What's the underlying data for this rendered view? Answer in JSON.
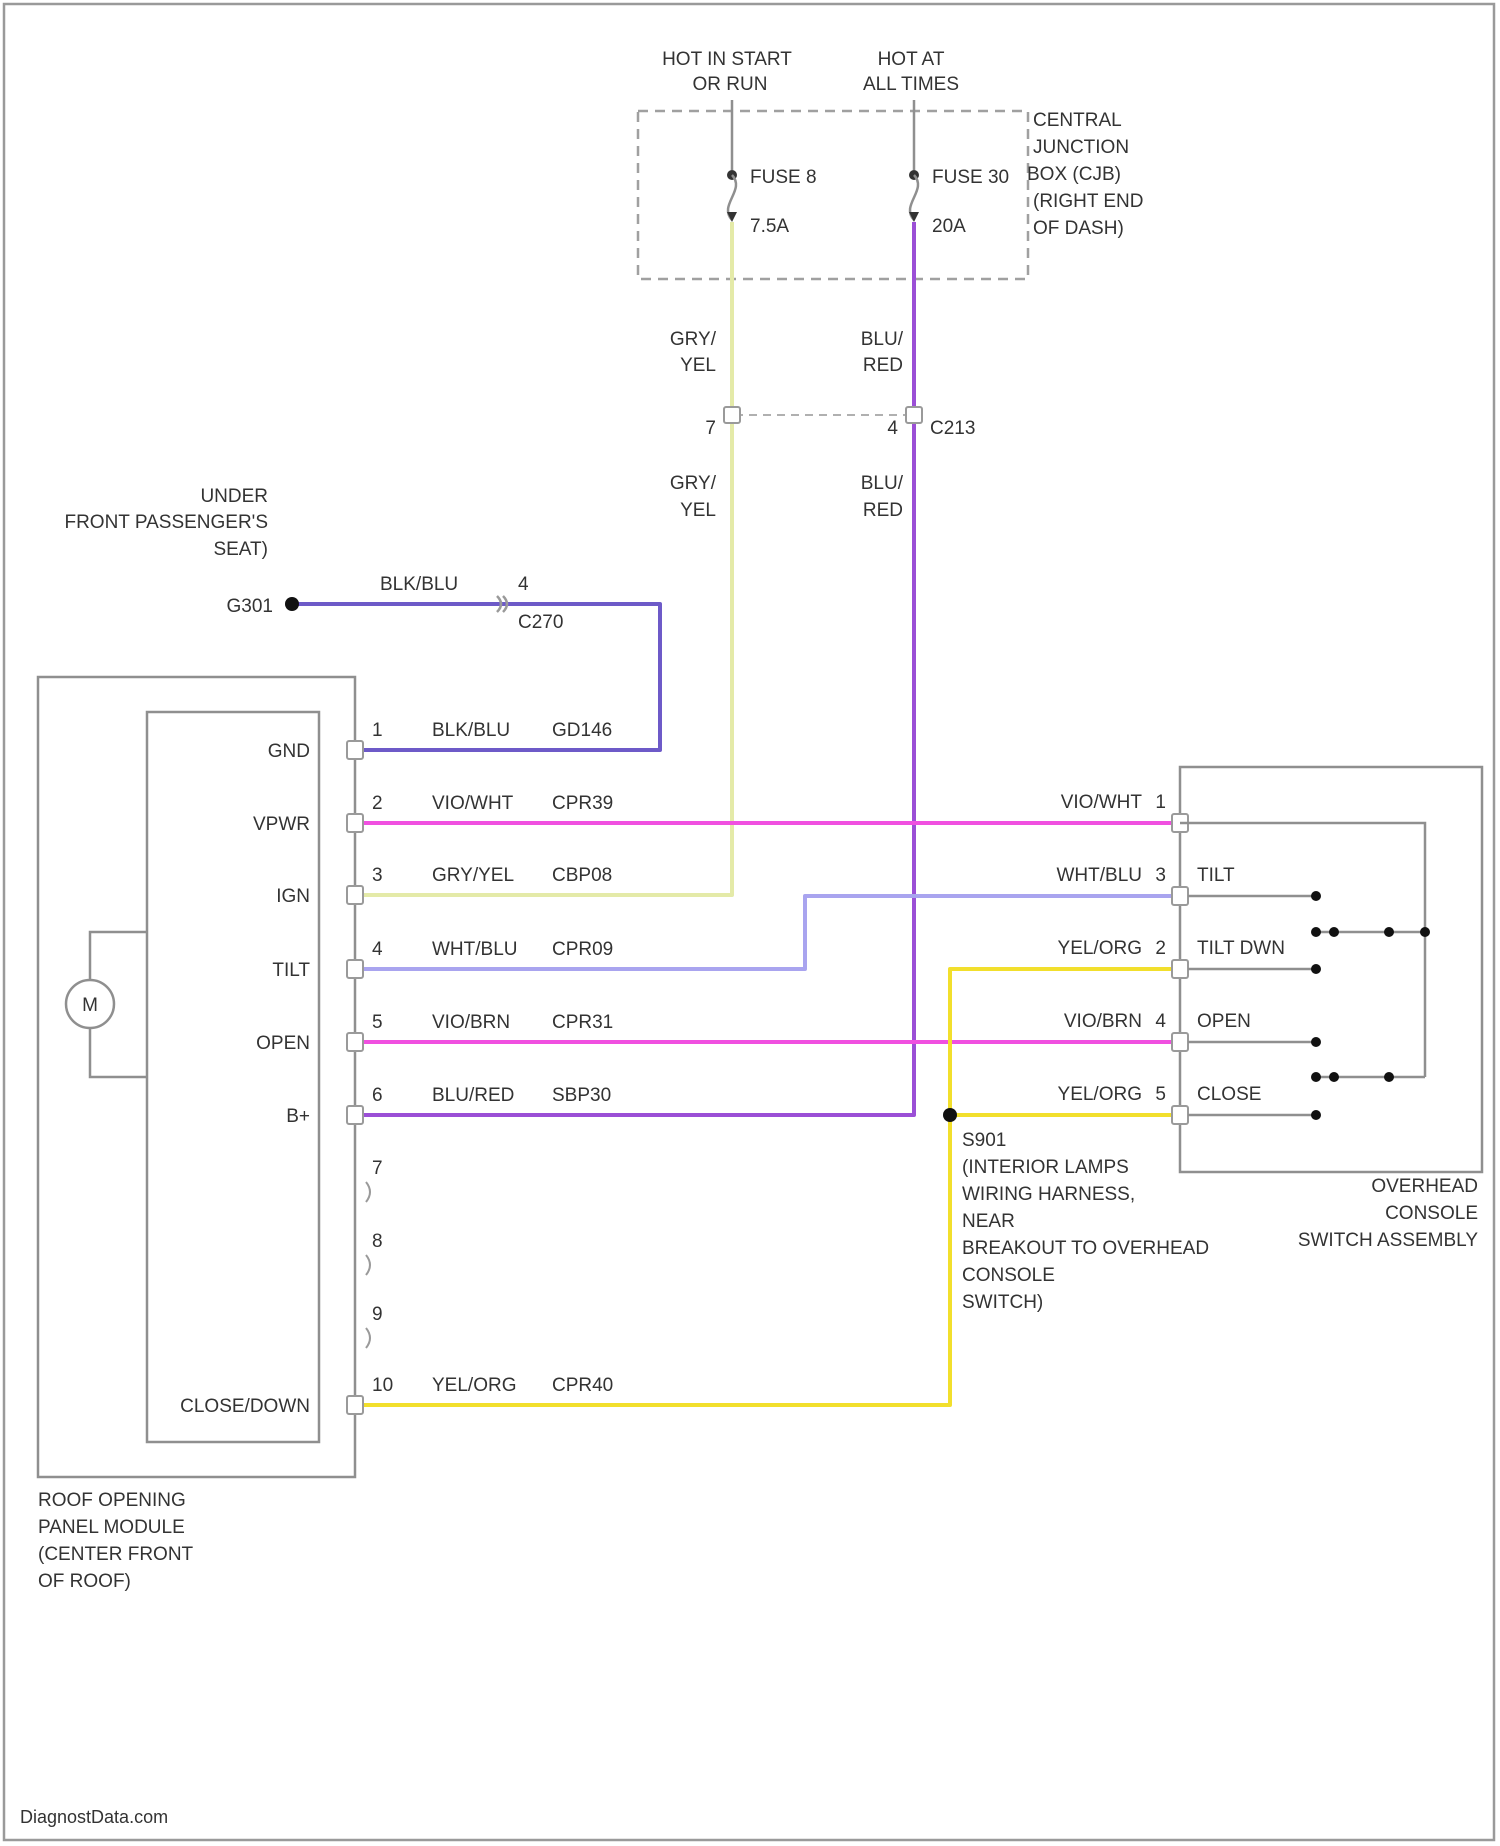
{
  "colors": {
    "purple": "#9b4fd6",
    "blue_purple": "#6d5ac8",
    "magenta": "#f050e0",
    "pale_yellow": "#e4eaa8",
    "lavender": "#a9a4ef",
    "yellow": "#f2df2c",
    "outline": "#8f8f8f"
  },
  "power": {
    "hot_start_run": [
      "HOT IN START",
      "OR RUN"
    ],
    "hot_all_times": [
      "HOT AT",
      "ALL TIMES"
    ],
    "cjb_label": [
      "CENTRAL",
      "JUNCTION",
      "BOX (CJB)",
      "(RIGHT END",
      "OF DASH)"
    ],
    "fuse8_name": "FUSE 8",
    "fuse8_rating": "7.5A",
    "fuse30_name": "FUSE 30",
    "fuse30_rating": "20A"
  },
  "inline_connector": {
    "wire_left_top": [
      "GRY/",
      "YEL"
    ],
    "wire_left_bottom": [
      "GRY/",
      "YEL"
    ],
    "wire_right_top": [
      "BLU/",
      "RED"
    ],
    "wire_right_bottom": [
      "BLU/",
      "RED"
    ],
    "pin_left": "7",
    "pin_right": "4",
    "name": "C213"
  },
  "ground": {
    "location": [
      "UNDER",
      "FRONT PASSENGER'S",
      "SEAT)"
    ],
    "name": "G301",
    "wire": "BLK/BLU",
    "connector_pin": "4",
    "connector_name": "C270"
  },
  "module": {
    "label": [
      "ROOF OPENING",
      "PANEL MODULE",
      "(CENTER FRONT",
      "OF ROOF)"
    ],
    "motor": "M",
    "pins": [
      {
        "name": "GND",
        "num": "1",
        "color": "BLK/BLU",
        "circuit": "GD146"
      },
      {
        "name": "VPWR",
        "num": "2",
        "color": "VIO/WHT",
        "circuit": "CPR39"
      },
      {
        "name": "IGN",
        "num": "3",
        "color": "GRY/YEL",
        "circuit": "CBP08"
      },
      {
        "name": "TILT",
        "num": "4",
        "color": "WHT/BLU",
        "circuit": "CPR09"
      },
      {
        "name": "OPEN",
        "num": "5",
        "color": "VIO/BRN",
        "circuit": "CPR31"
      },
      {
        "name": "B+",
        "num": "6",
        "color": "BLU/RED",
        "circuit": "SBP30"
      }
    ],
    "unused_pins": [
      "7",
      "8",
      "9"
    ],
    "close_pin": {
      "name": "CLOSE/DOWN",
      "num": "10",
      "color": "YEL/ORG",
      "circuit": "CPR40"
    }
  },
  "switch": {
    "label": [
      "OVERHEAD",
      "CONSOLE",
      "SWITCH ASSEMBLY"
    ],
    "pins": [
      {
        "wire": "VIO/WHT",
        "num": "1",
        "name": ""
      },
      {
        "wire": "WHT/BLU",
        "num": "3",
        "name": "TILT"
      },
      {
        "wire": "YEL/ORG",
        "num": "2",
        "name": "TILT DWN"
      },
      {
        "wire": "VIO/BRN",
        "num": "4",
        "name": "OPEN"
      },
      {
        "wire": "YEL/ORG",
        "num": "5",
        "name": "CLOSE"
      }
    ]
  },
  "splice": {
    "name": "S901",
    "desc": [
      "(INTERIOR LAMPS",
      "WIRING HARNESS,",
      "NEAR",
      "BREAKOUT TO OVERHEAD",
      "CONSOLE",
      "SWITCH)"
    ]
  },
  "watermark": "DiagnostData.com"
}
